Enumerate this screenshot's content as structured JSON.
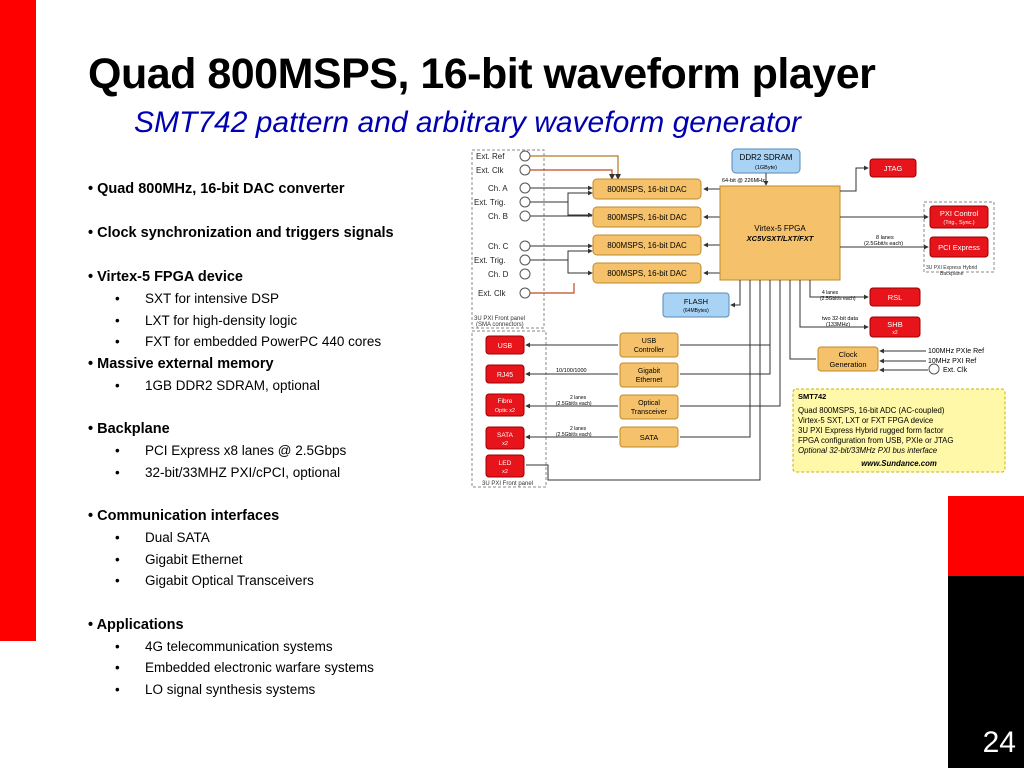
{
  "slide": {
    "title": "Quad 800MSPS, 16-bit waveform player",
    "subtitle": "SMT742 pattern and arbitrary waveform generator",
    "page_number": "24"
  },
  "bullets": [
    {
      "heading": "Quad 800MHz, 16-bit DAC converter",
      "items": []
    },
    {
      "heading": "Clock synchronization and triggers signals",
      "items": []
    },
    {
      "heading": "Virtex-5 FPGA device",
      "items": [
        "SXT for intensive DSP",
        "LXT for high-density logic",
        "FXT for embedded PowerPC 440 cores"
      ]
    },
    {
      "heading": "Massive external memory",
      "items": [
        "1GB DDR2 SDRAM, optional"
      ]
    },
    {
      "heading": "Backplane",
      "items": [
        "PCI Express x8 lanes @ 2.5Gbps",
        "32-bit/33MHZ  PXI/cPCI, optional"
      ]
    },
    {
      "heading": "Communication interfaces",
      "items": [
        "Dual SATA",
        "Gigabit Ethernet",
        "Gigabit Optical Transceivers"
      ]
    },
    {
      "heading": "Applications",
      "items": [
        "4G telecommunication systems",
        "Embedded electronic warfare systems",
        "LO signal synthesis systems"
      ]
    }
  ],
  "diagram": {
    "front_panel_labels": [
      "Ext. Ref",
      "Ext. Clk",
      "Ch. A",
      "Ext. Trig.",
      "Ch. B",
      "Ch. C",
      "Ext. Trig.",
      "Ch. D",
      "Ext. Clk"
    ],
    "front_panel_caption": [
      "3U PXI Front panel",
      "(SMA connectors)"
    ],
    "dac_label": "800MSPS, 16-bit DAC",
    "ddr": {
      "line1": "DDR2 SDRAM",
      "line2": "(1GByte)"
    },
    "ddr_bus": "64-bit @ 226MHz",
    "fpga": {
      "line1": "Virtex-5 FPGA",
      "line2": "XC5VSXT/LXT/FXT"
    },
    "jtag": "JTAG",
    "pxi_control": {
      "line1": "PXI Control",
      "line2": "(Trig., Sync.)"
    },
    "pci_express": "PCI Express",
    "pcie_lanes": [
      "8 lanes",
      "(2.5Gbit/s each)"
    ],
    "backplane_caption": [
      "3U PXI Express Hybrid",
      "Backplane"
    ],
    "rsl": "RSL",
    "rsl_lanes": [
      "4 lanes",
      "(2.5Gbit/s each)"
    ],
    "shb": {
      "line1": "SHB",
      "line2": "x2"
    },
    "shb_bus": [
      "two 32-bit data",
      "(133MHz)"
    ],
    "flash": {
      "line1": "FLASH",
      "line2": "(64MBytes)"
    },
    "clock_gen": {
      "line1": "Clock",
      "line2": "Generation"
    },
    "clock_inputs": [
      "100MHz PXIe Ref",
      "10MHz PXI Ref",
      "Ext. Clk"
    ],
    "usb_controller": {
      "line1": "USB",
      "line2": "Controller"
    },
    "gigabit_ethernet": {
      "line1": "Gigabit",
      "line2": "Ethernet"
    },
    "optical_transceiver": {
      "line1": "Optical",
      "line2": "Transceiver"
    },
    "sata_block": "SATA",
    "left_ports": [
      {
        "line1": "USB",
        "line2": ""
      },
      {
        "line1": "RJ45",
        "line2": ""
      },
      {
        "line1": "Fibre",
        "line2": "Optic x2"
      },
      {
        "line1": "SATA",
        "line2": "x2"
      },
      {
        "line1": "LED",
        "line2": "x2"
      }
    ],
    "eth_speed": "10/100/1000",
    "optical_lanes": [
      "2 lanes",
      "(2.5Gbit/s each)"
    ],
    "sata_lanes": [
      "2 lanes",
      "(2.5Gbit/s each)"
    ],
    "bottom_panel_caption": "3U PXI Front panel",
    "info_box": {
      "title": "SMT742",
      "lines": [
        "Quad 800MSPS, 16-bit ADC (AC-coupled)",
        "Virtex-5 SXT, LXT or FXT FPGA device",
        "3U PXI Express Hybrid rugged form factor",
        "FPGA configuration from USB, PXIe or JTAG",
        "Optional 32-bit/33MHz PXI bus interface"
      ],
      "url": "www.Sundance.com"
    }
  },
  "colors": {
    "accent_red": "#ff0000",
    "subtitle_blue": "#0000b0",
    "block_orange": "#f5c26b",
    "block_blue": "#a9d3f5",
    "block_red": "#e8141b",
    "info_yellow": "#fff8a8"
  }
}
